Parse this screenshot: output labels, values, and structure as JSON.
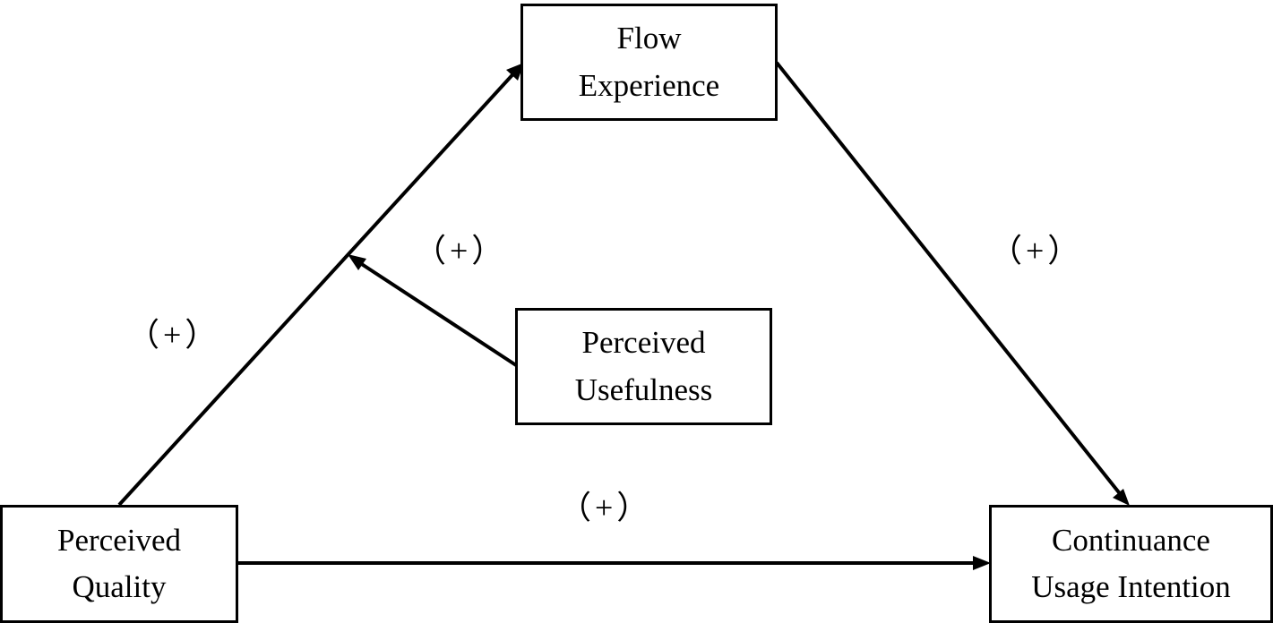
{
  "nodes": {
    "flow_experience": {
      "line1": "Flow",
      "line2": "Experience"
    },
    "perceived_usefulness": {
      "line1": "Perceived",
      "line2": "Usefulness"
    },
    "perceived_quality": {
      "line1": "Perceived",
      "line2": "Quality"
    },
    "continuance_usage_intention": {
      "line1": "Continuance",
      "line2": "Usage Intention"
    }
  },
  "edges": {
    "quality_to_flow": {
      "sign": "（+）"
    },
    "usefulness_moderation": {
      "sign": "（+）"
    },
    "flow_to_intention": {
      "sign": "（+）"
    },
    "quality_to_intention": {
      "sign": "（+）"
    }
  },
  "colors": {
    "line": "#000000",
    "background": "#ffffff"
  }
}
